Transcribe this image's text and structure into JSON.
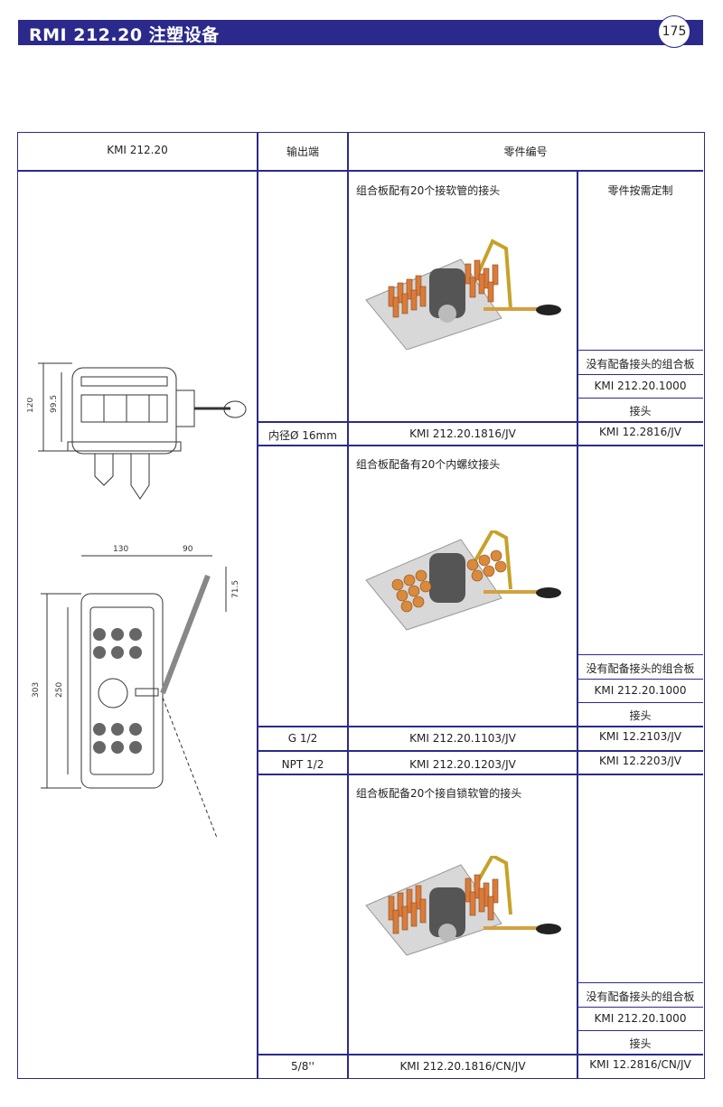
{
  "header": {
    "title": "RMI 212.20  注塑设备",
    "page": "175"
  },
  "table": {
    "headers": {
      "model": "KMI 212.20",
      "outlet": "输出端",
      "part_no": "零件编号"
    },
    "custom_parts": "零件按需定制",
    "sections": [
      {
        "desc": "组合板配有20个接软管的接头",
        "plate_no_fitting": "没有配备接头的组合板",
        "plate_code": "KMI 212.20.1000",
        "fitting_label": "接头",
        "rows": [
          {
            "outlet": "内径Ø 16mm",
            "part": "KMI 212.20.1816/JV",
            "fitting": "KMI 12.2816/JV"
          }
        ]
      },
      {
        "desc": "组合板配备有20个内螺纹接头",
        "plate_no_fitting": "没有配备接头的组合板",
        "plate_code": "KMI 212.20.1000",
        "fitting_label": "接头",
        "rows": [
          {
            "outlet": "G 1/2",
            "part": "KMI 212.20.1103/JV",
            "fitting": "KMI 12.2103/JV"
          },
          {
            "outlet": "NPT 1/2",
            "part": "KMI 212.20.1203/JV",
            "fitting": "KMI 12.2203/JV"
          }
        ]
      },
      {
        "desc": "组合板配备20个接自锁软管的接头",
        "plate_no_fitting": "没有配备接头的组合板",
        "plate_code": "KMI 212.20.1000",
        "fitting_label": "接头",
        "rows": [
          {
            "outlet": "5/8''",
            "part": "KMI 212.20.1816/CN/JV",
            "fitting": "KMI 12.2816/CN/JV"
          }
        ]
      }
    ]
  },
  "drawing": {
    "dim_120": "120",
    "dim_99_5": "99.5",
    "dim_130": "130",
    "dim_90": "90",
    "dim_71_5": "71.5",
    "dim_303": "303",
    "dim_250": "250"
  }
}
